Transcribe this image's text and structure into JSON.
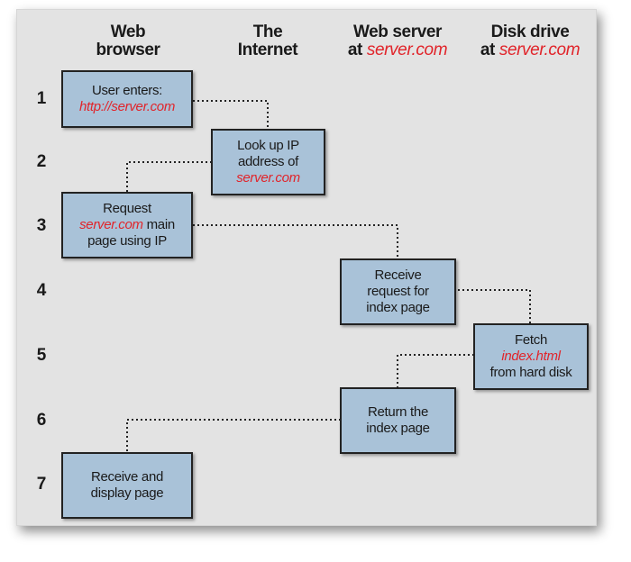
{
  "columns": {
    "browser": {
      "line1": "Web",
      "line2": "browser"
    },
    "internet": {
      "line1": "The",
      "line2": "Internet"
    },
    "webserver": {
      "line1": "Web server",
      "line2_prefix": "at ",
      "line2_red": "server.com"
    },
    "disk": {
      "line1": "Disk drive",
      "line2_prefix": "at ",
      "line2_red": "server.com"
    }
  },
  "rows": [
    "1",
    "2",
    "3",
    "4",
    "5",
    "6",
    "7"
  ],
  "steps": {
    "s1": {
      "l1": "User enters:",
      "l2_red": "http://server.com"
    },
    "s2": {
      "l1": "Look up IP",
      "l2": "address of",
      "l3_red": "server.com"
    },
    "s3": {
      "l1": "Request",
      "l2_red": "server.com",
      "l2_rest": " main",
      "l3": "page using IP"
    },
    "s4": {
      "l1": "Receive",
      "l2": "request for",
      "l3": "index page"
    },
    "s5": {
      "l1": "Fetch",
      "l2_red": "index.html",
      "l3": "from hard disk"
    },
    "s6": {
      "l1": "Return the",
      "l2": "index page"
    },
    "s7": {
      "l1": "Receive and",
      "l2": "display page"
    }
  },
  "colors": {
    "box_fill": "#a9c2d8",
    "accent_red": "#e1242a",
    "panel": "#e3e3e3"
  }
}
